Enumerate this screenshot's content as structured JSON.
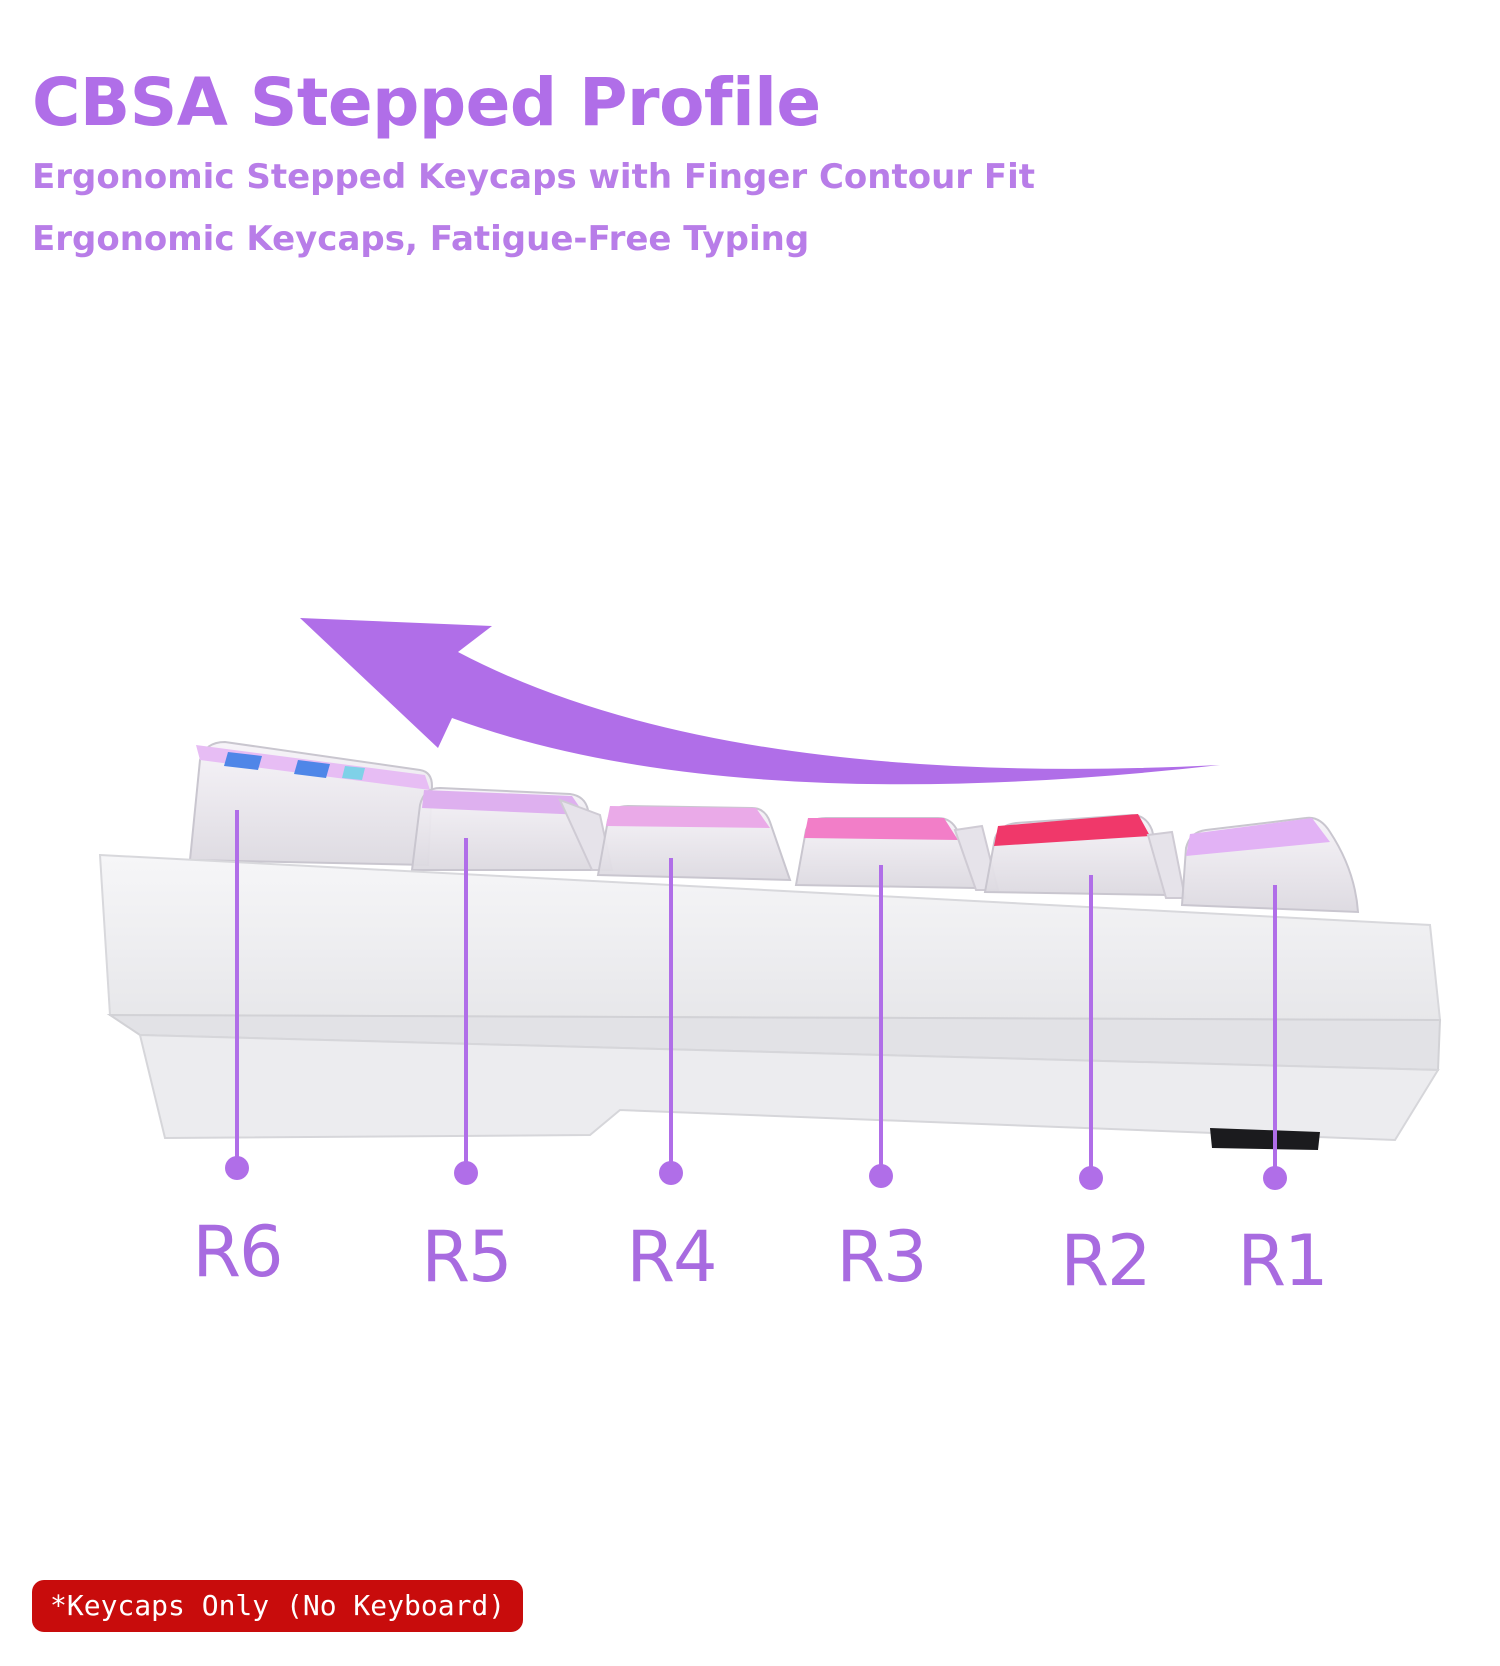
{
  "header": {
    "title": "CBSA Stepped Profile",
    "subtitle_lines": [
      "Ergonomic Stepped Keycaps with Finger Contour Fit",
      "Ergonomic Keycaps, Fatigue-Free Typing"
    ]
  },
  "rows": [
    {
      "label": "R6",
      "cap_color": "#e7bdf4",
      "accent_color": "#4f86e8"
    },
    {
      "label": "R5",
      "cap_color": "#deb0ef"
    },
    {
      "label": "R4",
      "cap_color": "#eaaae8"
    },
    {
      "label": "R3",
      "cap_color": "#f27ec8"
    },
    {
      "label": "R2",
      "cap_color": "#f0386a"
    },
    {
      "label": "R1",
      "cap_color": "#e2b2f5"
    }
  ],
  "icons": {
    "direction_arrow": "curved-arrow-left-icon"
  },
  "footer": {
    "disclaimer": "*Keycaps Only (No Keyboard)"
  },
  "colors": {
    "accent": "#b06ee8",
    "heading": "#b06ee8",
    "subheading": "#b87de8",
    "label": "#a86be0",
    "arrow": "#b06ee8",
    "keyboard_body": "#f1f1f3",
    "disclaimer_bg": "#c80c0c",
    "disclaimer_text": "#ffffff"
  }
}
